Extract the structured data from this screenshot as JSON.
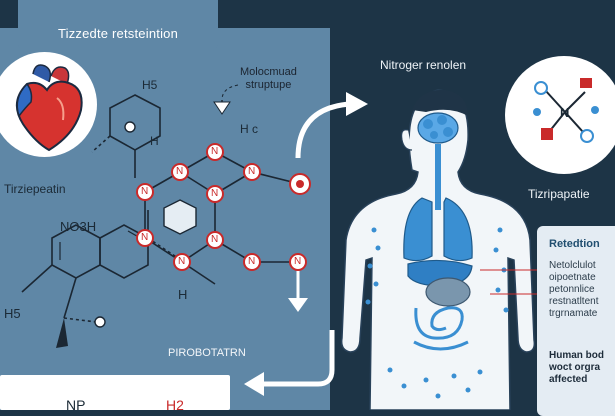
{
  "header": {
    "title": "Tizzedte retsteintion"
  },
  "left_panel": {
    "heart_label": "Tirziepeatin",
    "molecule_labels": {
      "h5": "H5",
      "noh": "NO3H",
      "hb": "H5",
      "h1": "H",
      "ho": "H",
      "hco": "H c"
    },
    "node_letters": [
      "N",
      "N",
      "N",
      "N",
      "N",
      "N",
      "N",
      "N",
      "N",
      "N"
    ],
    "piro_label": "PIROBOTATRN",
    "bottom_box": {
      "left_text": "NP",
      "right_text": "H2"
    }
  },
  "top_center": {
    "note_line1": "Molocmuad",
    "note_line2": "struptupe"
  },
  "center": {
    "nitro_label": "Nitroger renolen"
  },
  "right": {
    "molecule_label": "Tizripapatie",
    "molecule_letter": "N",
    "card": {
      "title": "Retedtion",
      "lines": [
        "Netolclulot",
        "oipoetnate",
        "petonnlice",
        "restnatltent",
        "trgrnamate"
      ],
      "bold_line1": "Human bod",
      "bold_line2": "woct orgra",
      "bold_line3": "affected"
    }
  },
  "colors": {
    "panel": "#5f87a6",
    "dark_bg": "#1d3446",
    "accent_red": "#c92a2a",
    "organ_blue": "#3a8fd2"
  }
}
